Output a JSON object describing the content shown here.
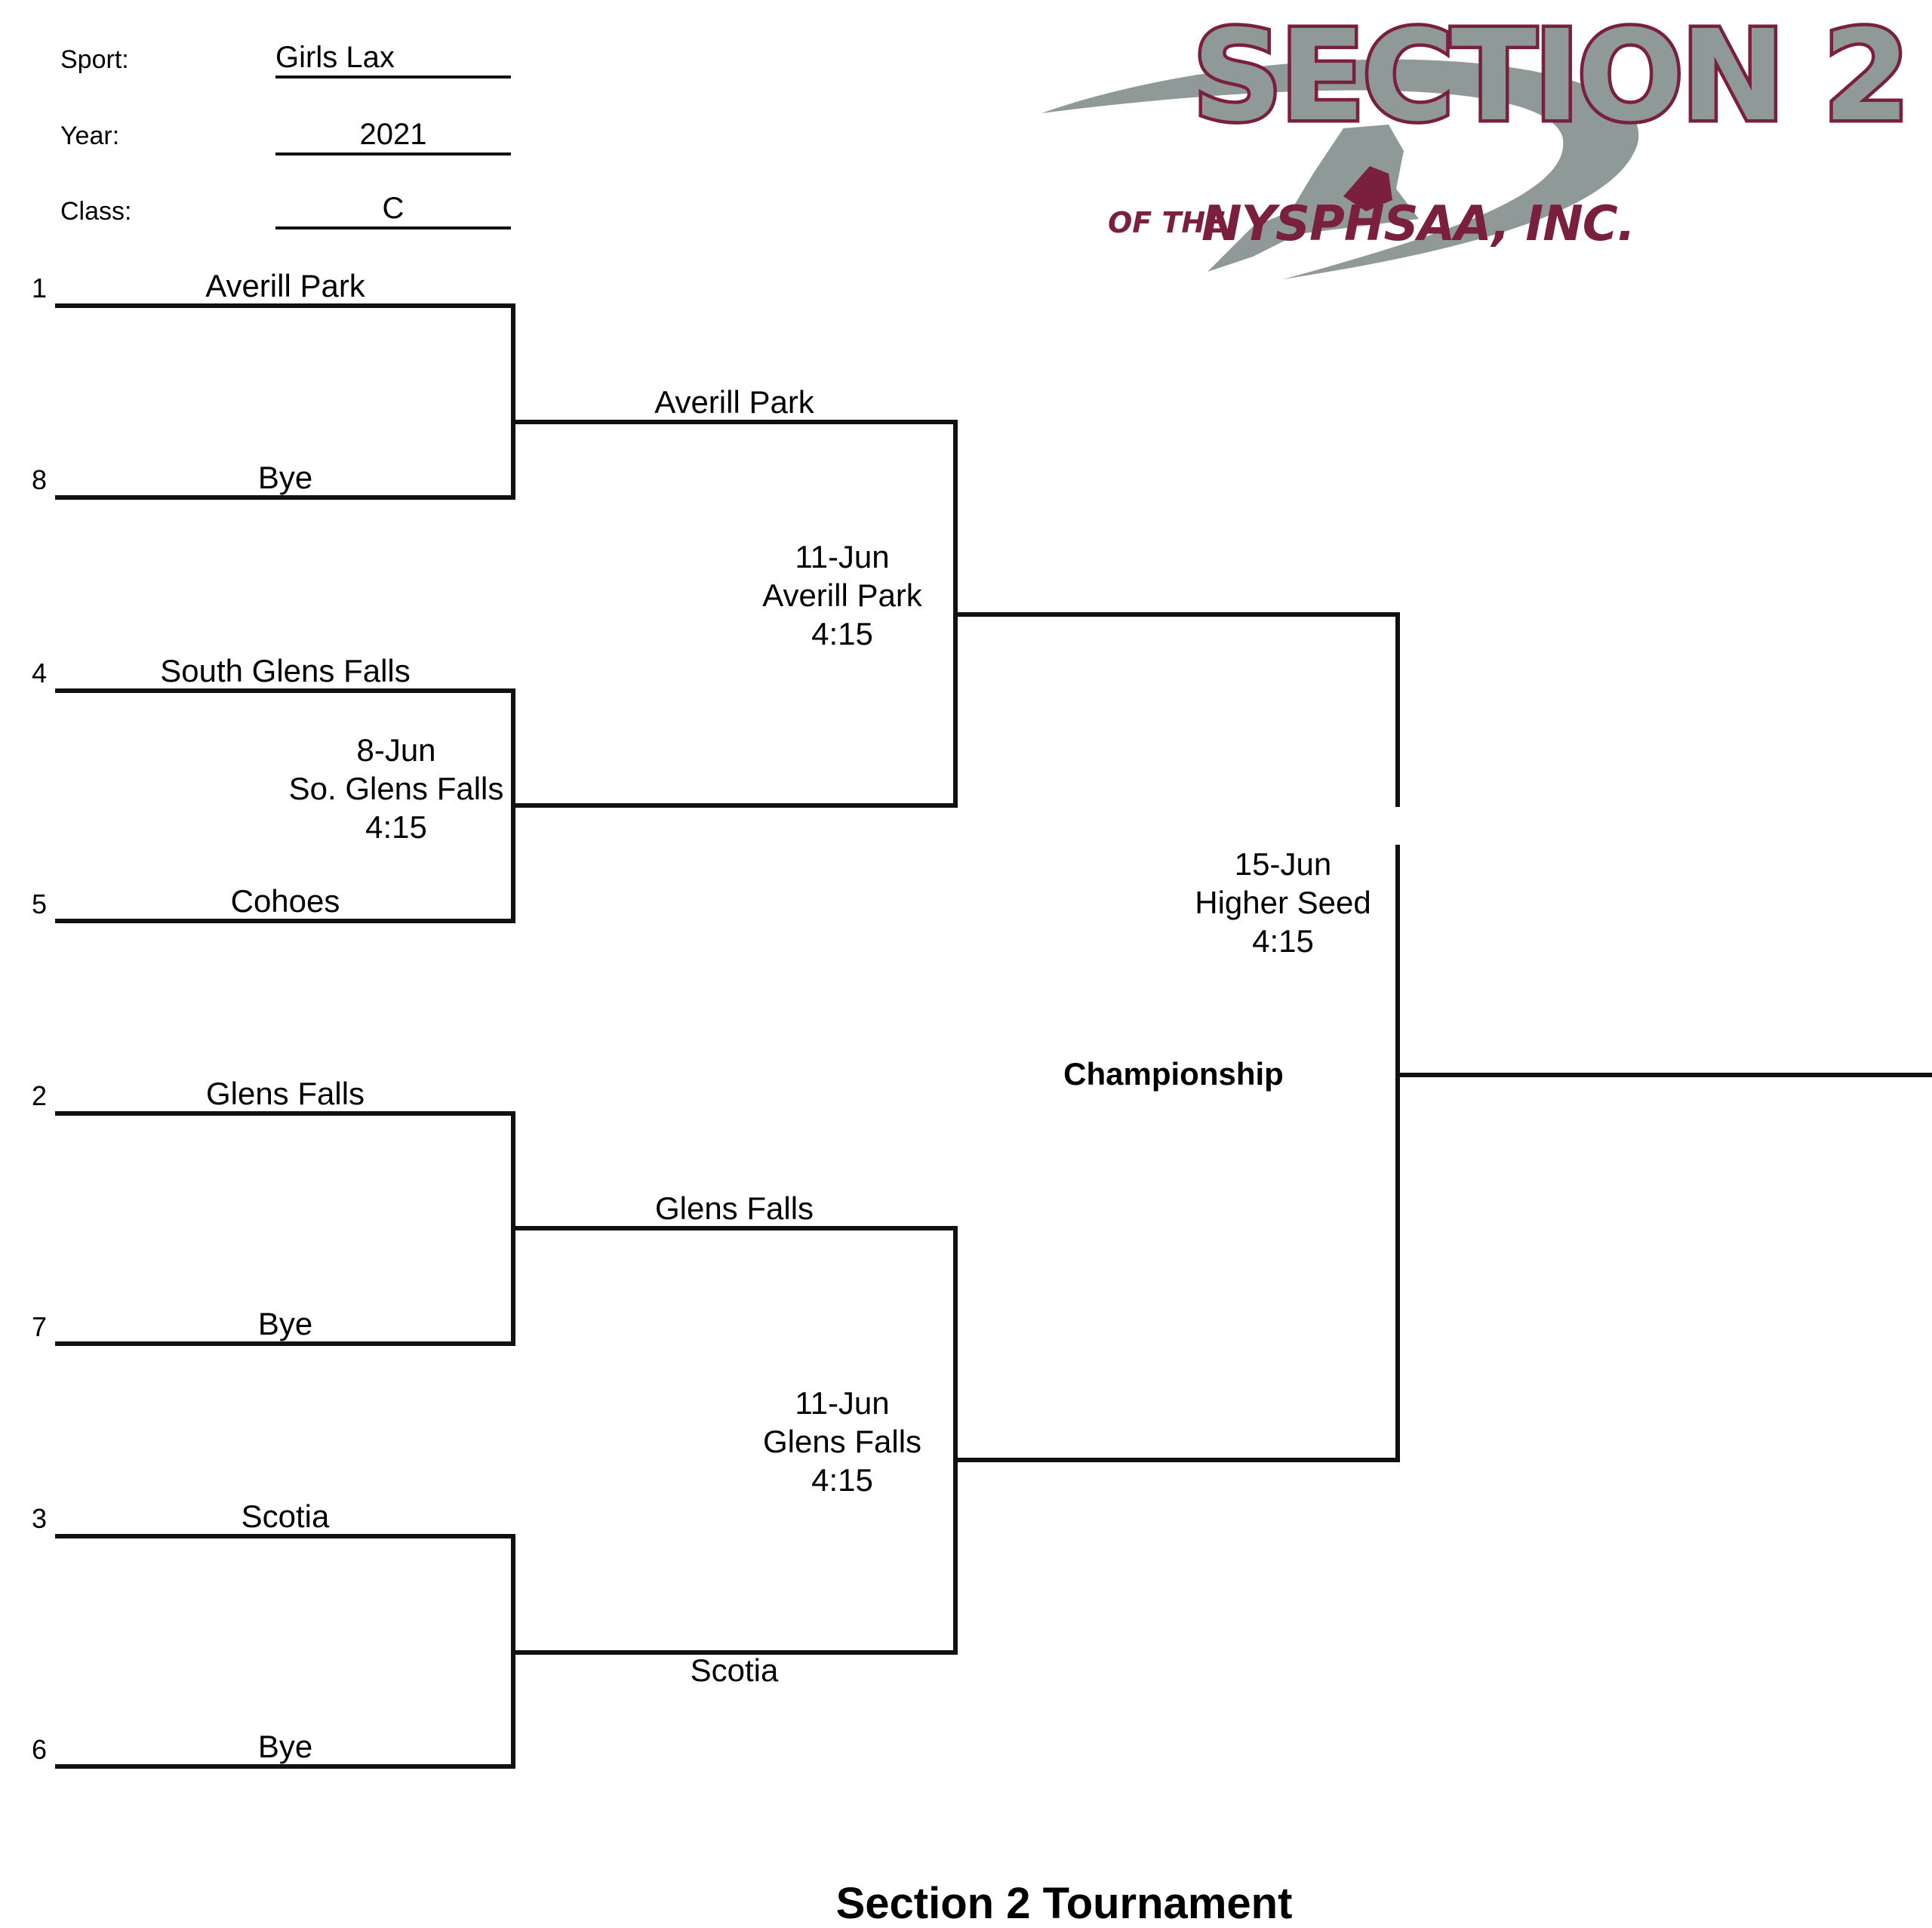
{
  "header": {
    "sport_label": "Sport:",
    "sport_value": "Girls Lax",
    "year_label": "Year:",
    "year_value": "2021",
    "class_label": "Class:",
    "class_value": "C"
  },
  "logo": {
    "title": "SECTION 2",
    "prefix": "OF THE",
    "org": "NYSPHSAA, INC.",
    "colors": {
      "maroon": "#7a1f3d",
      "gray": "#8f9a98"
    }
  },
  "round1": [
    {
      "seed": "1",
      "team": "Averill Park"
    },
    {
      "seed": "8",
      "team": "Bye"
    },
    {
      "seed": "4",
      "team": "South Glens Falls"
    },
    {
      "seed": "5",
      "team": "Cohoes"
    },
    {
      "seed": "2",
      "team": "Glens Falls"
    },
    {
      "seed": "7",
      "team": "Bye"
    },
    {
      "seed": "3",
      "team": "Scotia"
    },
    {
      "seed": "6",
      "team": "Bye"
    }
  ],
  "game_4v5": {
    "date": "8-Jun",
    "site": "So. Glens Falls",
    "time": "4:15"
  },
  "round2": [
    {
      "team": "Averill Park"
    },
    {
      "team": ""
    },
    {
      "team": "Glens Falls"
    },
    {
      "team": "Scotia"
    }
  ],
  "semifinal_top": {
    "date": "11-Jun",
    "site": "Averill Park",
    "time": "4:15"
  },
  "semifinal_bottom": {
    "date": "11-Jun",
    "site": "Glens Falls",
    "time": "4:15"
  },
  "final": {
    "date": "15-Jun",
    "site": "Higher Seed",
    "time": "4:15",
    "label": "Championship"
  },
  "footer": {
    "title": "Section 2 Tournament"
  }
}
